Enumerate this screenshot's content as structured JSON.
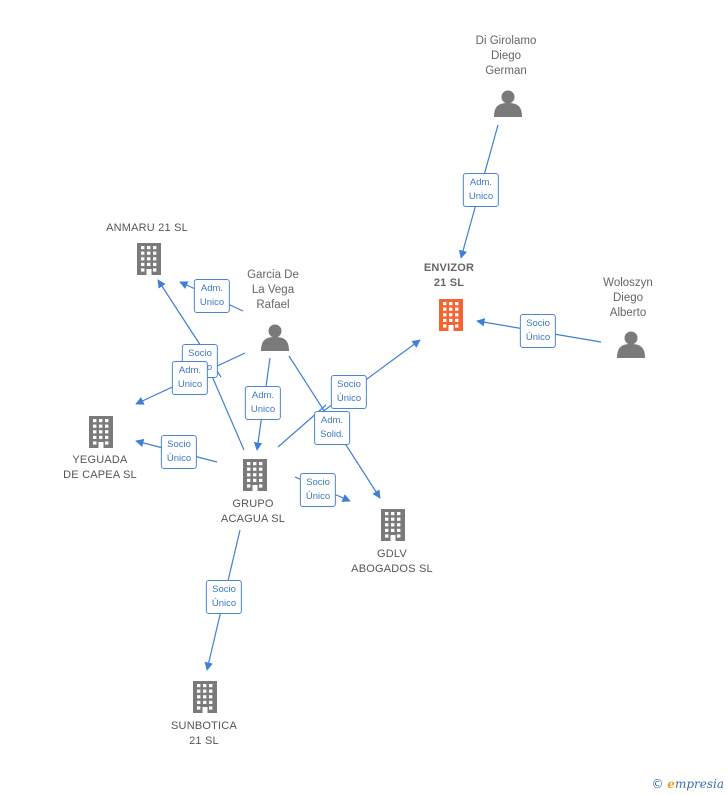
{
  "colors": {
    "edge": "#3f7fd6",
    "person_icon": "#7a7a7a",
    "company_icon": "#7a7a7a",
    "focus_company_icon": "#f26530",
    "label_box_border": "#4a86d8"
  },
  "nodes": [
    {
      "id": "digirolamo",
      "kind": "person",
      "label": "Di Girolamo\nDiego\nGerman"
    },
    {
      "id": "envizor",
      "kind": "company",
      "focus": true,
      "label": "ENVIZOR\n21  SL"
    },
    {
      "id": "woloszyn",
      "kind": "person",
      "label": "Woloszyn\nDiego\nAlberto"
    },
    {
      "id": "anmaru",
      "kind": "company",
      "label": "ANMARU 21  SL"
    },
    {
      "id": "garcia",
      "kind": "person",
      "label": "Garcia De\nLa Vega\nRafael"
    },
    {
      "id": "yeguada",
      "kind": "company",
      "label": "YEGUADA\nDE CAPEA  SL"
    },
    {
      "id": "grupo",
      "kind": "company",
      "label": "GRUPO\nACAGUA  SL"
    },
    {
      "id": "gdlv",
      "kind": "company",
      "label": "GDLV\nABOGADOS  SL"
    },
    {
      "id": "sunbotica",
      "kind": "company",
      "label": "SUNBOTICA\n21  SL"
    }
  ],
  "relations": [
    {
      "label": "Adm.\nUnico"
    },
    {
      "label": "Socio\nÚnico"
    },
    {
      "label": "Adm.\nUnico"
    },
    {
      "label": "Socio\nÚnico"
    },
    {
      "label": "Adm.\nUnico"
    },
    {
      "label": "Adm.\nUnico"
    },
    {
      "label": "Socio\nÚnico"
    },
    {
      "label": "Adm.\nSolid."
    },
    {
      "label": "Socio\nÚnico"
    },
    {
      "label": "Socio\nÚnico"
    },
    {
      "label": "Socio\nÚnico"
    }
  ],
  "footer": {
    "copyright": "©",
    "brand_initial": "e",
    "brand_rest": "mpresia"
  }
}
